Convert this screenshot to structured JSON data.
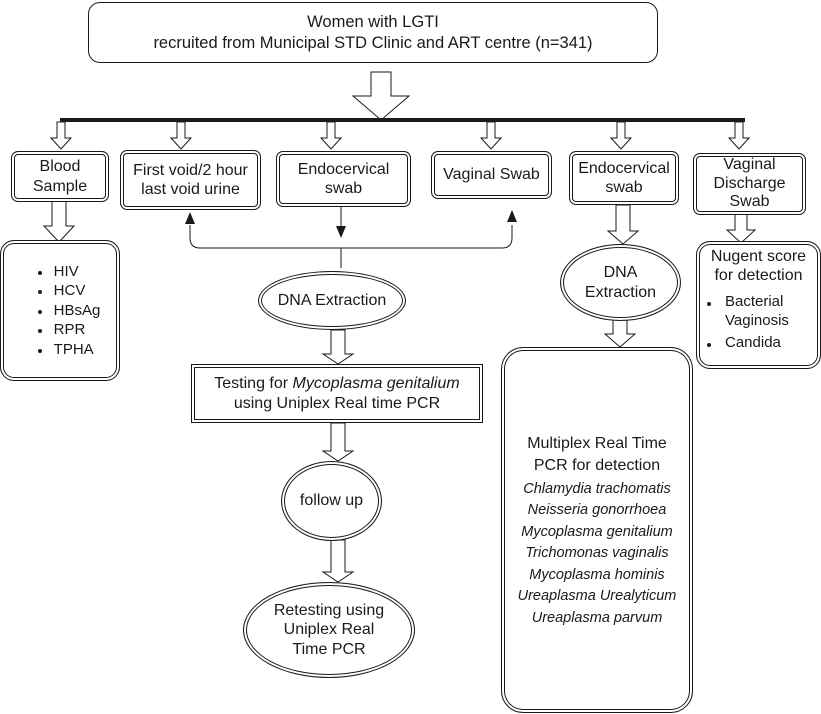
{
  "diagram": {
    "top": {
      "line1": "Women with LGTI",
      "line2": "recruited from Municipal STD Clinic and ART centre (n=341)"
    },
    "blood_sample": "Blood Sample",
    "blood_tests": [
      "HIV",
      "HCV",
      "HBsAg",
      "RPR",
      "TPHA"
    ],
    "urine": "First void/2 hour last void urine",
    "endocervical_swab_1": "Endocervical swab",
    "vaginal_swab": "Vaginal Swab",
    "endocervical_swab_2": "Endocervical swab",
    "vaginal_discharge": "Vaginal Discharge Swab",
    "nugent": {
      "title": "Nugent score for detection",
      "items": [
        "Bacterial Vaginosis",
        "Candida"
      ]
    },
    "dna_extraction_1": "DNA Extraction",
    "testing": {
      "prefix": "Testing for ",
      "organism": "Mycoplasma genitalium",
      "suffix": "using Uniplex Real time PCR"
    },
    "follow_up": "follow up",
    "retesting": "Retesting using Uniplex Real Time PCR",
    "dna_extraction_2": "DNA Extraction",
    "multiplex": {
      "title": "Multiplex Real Time PCR for detection",
      "organisms": [
        "Chlamydia trachomatis",
        "Neisseria gonorrhoea",
        "Mycoplasma genitalium",
        "Trichomonas vaginalis",
        "Mycoplasma hominis",
        "Ureaplasma Urealyticum",
        "Ureaplasma parvum"
      ]
    }
  }
}
